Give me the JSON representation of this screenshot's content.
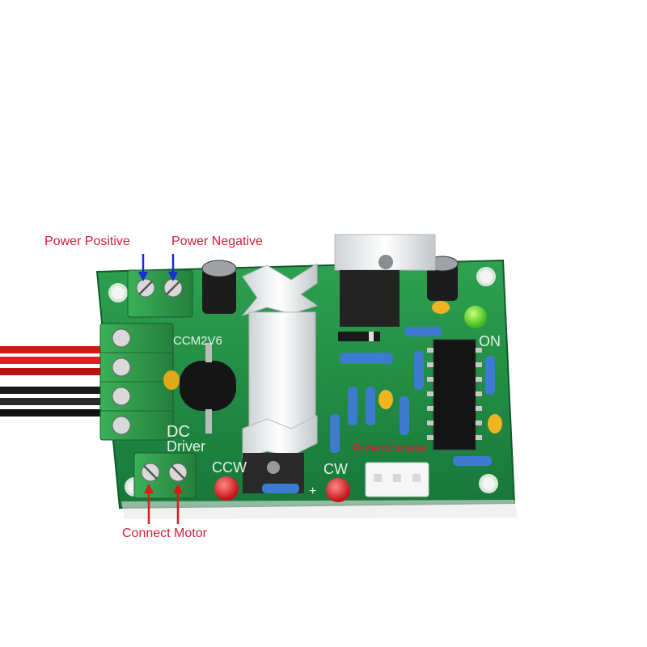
{
  "annotations": {
    "power_positive": "Power Positive",
    "power_negative": "Power Negative",
    "connect_motor": "Connect Motor",
    "potentiometer": "Potentiometer"
  },
  "board_text": {
    "model": "CCM2V6",
    "dc": "DC",
    "driver": "Driver",
    "ccw": "CCW",
    "cw": "CW",
    "on": "ON",
    "plus": "+"
  },
  "colors": {
    "annotation_text": "#d0203a",
    "arrow_blue": "#1a2bd8",
    "arrow_red": "#e01818",
    "pcb_green": "#1f8a3e",
    "terminal_green": "#2f9e4a",
    "silkscreen": "#e8f2e8"
  }
}
